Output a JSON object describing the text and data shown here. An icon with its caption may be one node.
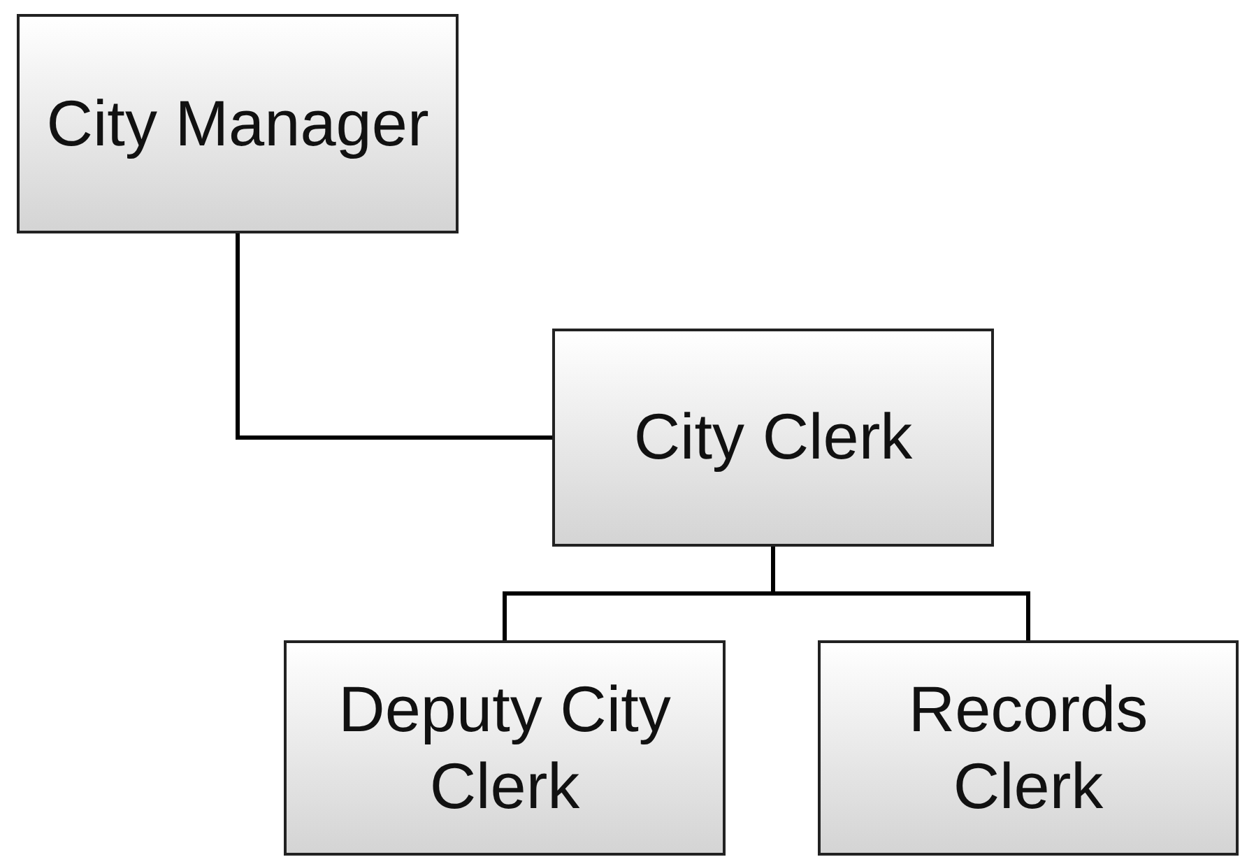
{
  "diagram": {
    "nodes": [
      {
        "text": [
          "City Manager"
        ]
      },
      {
        "text": [
          "City Clerk"
        ]
      },
      {
        "text": [
          "Deputy City Clerk"
        ]
      },
      {
        "text": [
          "Records Clerk"
        ]
      }
    ],
    "edges": [
      {
        "from": 0,
        "to": 1,
        "arrow": "none"
      },
      {
        "from": 1,
        "to": 2,
        "arrow": "none"
      },
      {
        "from": 1,
        "to": 3,
        "arrow": "none"
      }
    ]
  }
}
